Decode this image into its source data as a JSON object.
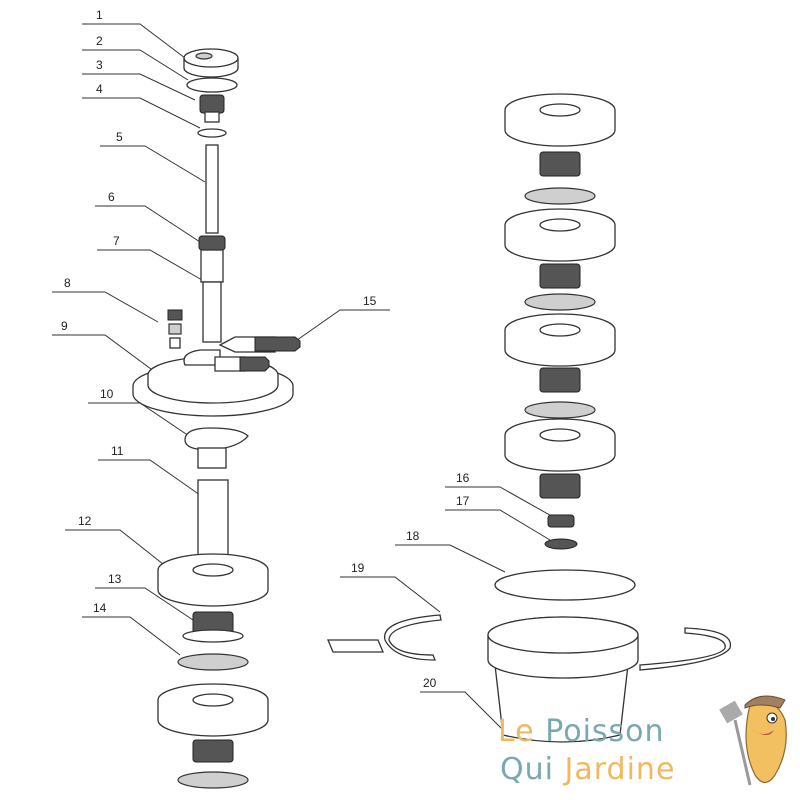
{
  "diagram": {
    "type": "exploded-parts-diagram",
    "callouts": [
      "1",
      "2",
      "3",
      "4",
      "5",
      "6",
      "7",
      "8",
      "9",
      "10",
      "11",
      "12",
      "13",
      "14",
      "15",
      "16",
      "17",
      "18",
      "19",
      "20"
    ]
  },
  "logo": {
    "line1_a": "Le",
    "line1_b": "Poisson",
    "line2_a": "Qui",
    "line2_b": "Jardine",
    "colors": {
      "orange": "#f0b860",
      "teal": "#7aa8b0"
    }
  }
}
